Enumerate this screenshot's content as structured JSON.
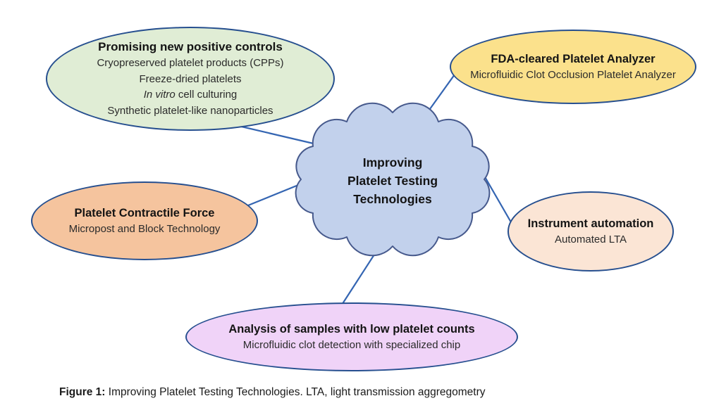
{
  "center": {
    "line1": "Improving",
    "line2": "Platelet Testing",
    "line3": "Technologies",
    "fill": "#c2d1ec",
    "border": "#46598c"
  },
  "nodes": {
    "positive_controls": {
      "title": "Promising new positive controls",
      "item1": "Cryopreserved platelet products (CPPs)",
      "item2": "Freeze-dried platelets",
      "item3_italic": "In vitro",
      "item3_rest": " cell culturing",
      "item4": "Synthetic platelet-like nanoparticles",
      "fill": "#e0edd5"
    },
    "fda": {
      "title": "FDA-cleared Platelet Analyzer",
      "subtitle": "Microfluidic Clot Occlusion Platelet Analyzer",
      "fill": "#fbe18c"
    },
    "contractile": {
      "title": "Platelet Contractile Force",
      "subtitle": "Micropost and Block Technology",
      "fill": "#f5c49e"
    },
    "automation": {
      "title": "Instrument automation",
      "subtitle": "Automated LTA",
      "fill": "#fbe5d5"
    },
    "low_counts": {
      "title": "Analysis of samples with low platelet counts",
      "subtitle": "Microfluidic clot detection with specialized chip",
      "fill": "#f0d3f8"
    }
  },
  "caption": {
    "label": "Figure 1:",
    "text": "Improving Platelet Testing Technologies. LTA, light transmission aggregometry"
  },
  "colors": {
    "node_border": "#264f8f",
    "connector_line": "#3465b2",
    "text": "#141414",
    "background": "#ffffff"
  }
}
